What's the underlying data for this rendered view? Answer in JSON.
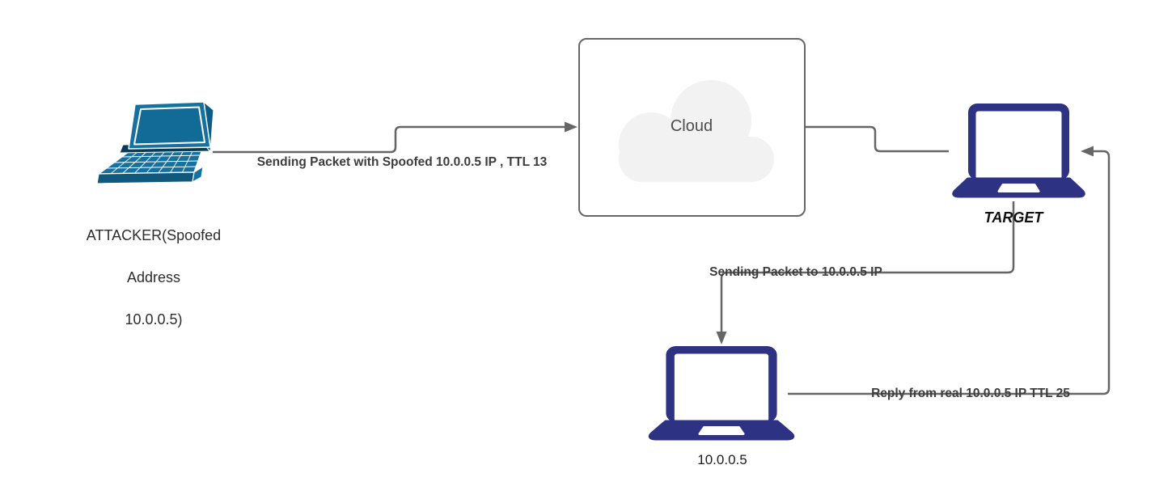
{
  "colors": {
    "connector": "#666666",
    "edge_label_text": "#3d3d3d",
    "node_label_text": "#2d2d2d",
    "navy_laptop": "#2d3282",
    "teal_laptop": "#15719f",
    "cloud_fill": "#f2f2f2",
    "cloud_box_border": "#666666",
    "cloud_text": "#4d4d4d",
    "background": "#ffffff"
  },
  "nodes": {
    "attacker": {
      "icon": "laptop-3d-icon",
      "label_lines": [
        "ATTACKER(Spoofed",
        "Address",
        "10.0.0.5)"
      ]
    },
    "cloud": {
      "icon": "cloud-icon",
      "label": "Cloud"
    },
    "target": {
      "icon": "laptop-icon",
      "label": "TARGET"
    },
    "real_host": {
      "icon": "laptop-icon",
      "label": "10.0.0.5"
    }
  },
  "edges": {
    "attacker_to_cloud": {
      "label": "Sending Packet with Spoofed 10.0.0.5 IP , TTL 13",
      "from": "attacker",
      "to": "cloud",
      "arrow": "right"
    },
    "cloud_to_target": {
      "label": "",
      "from": "cloud",
      "to": "target",
      "arrow": "none"
    },
    "target_to_real_host": {
      "label": "Sending Packet to 10.0.0.5 IP",
      "from": "target",
      "to": "real_host",
      "arrow": "down"
    },
    "real_host_to_target": {
      "label": "Reply from real 10.0.0.5 IP TTL 25",
      "from": "real_host",
      "to": "target",
      "arrow": "left"
    }
  }
}
